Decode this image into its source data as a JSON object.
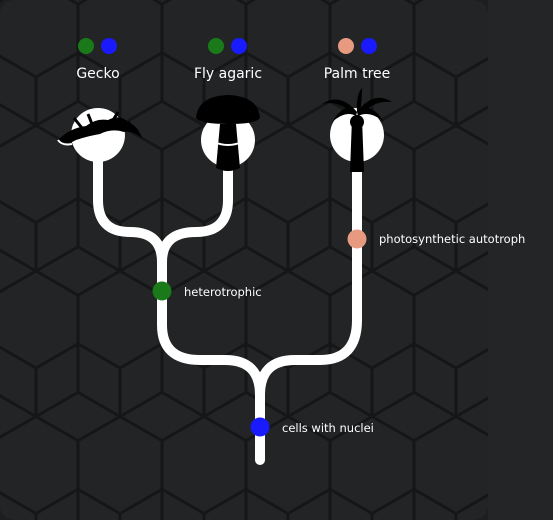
{
  "taxa": [
    {
      "label": "Gecko",
      "dots": [
        "green",
        "blue"
      ],
      "icon": "gecko-icon"
    },
    {
      "label": "Fly agaric",
      "dots": [
        "green",
        "blue"
      ],
      "icon": "mushroom-icon"
    },
    {
      "label": "Palm tree",
      "dots": [
        "salmon",
        "blue"
      ],
      "icon": "palm-tree-icon"
    }
  ],
  "traits": [
    {
      "label": "photosynthetic autotroph",
      "color": "salmon"
    },
    {
      "label": "heterotrophic",
      "color": "green"
    },
    {
      "label": "cells with nuclei",
      "color": "blue"
    }
  ],
  "colors": {
    "background": "#1c1e1f",
    "panel": "#222425",
    "hex_stroke": "#141516",
    "branch": "#ffffff",
    "green": "#1a7a1a",
    "blue": "#1a1aff",
    "salmon": "#e89a80"
  }
}
